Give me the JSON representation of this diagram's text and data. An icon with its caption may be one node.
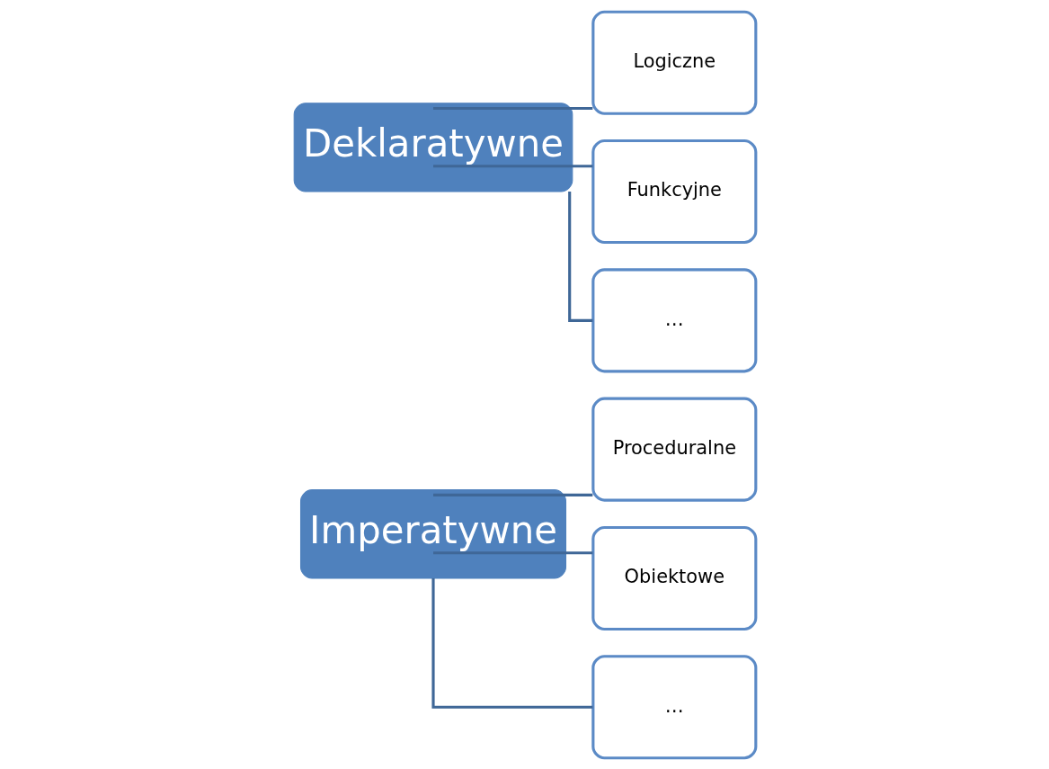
{
  "diagram": {
    "nodes": [
      {
        "text": [
          "Imperatywne"
        ]
      },
      {
        "text": [
          "Proceduralne"
        ]
      },
      {
        "text": [
          "Obiektowe"
        ]
      },
      {
        "text": [
          "…"
        ]
      },
      {
        "text": [
          "Deklaratywne"
        ]
      },
      {
        "text": [
          "Logiczne"
        ]
      },
      {
        "text": [
          "Funkcyjne"
        ]
      },
      {
        "text": [
          "…"
        ]
      }
    ],
    "edges": [
      {
        "from": 0,
        "to": 1,
        "arrow": "none"
      },
      {
        "from": 0,
        "to": 2,
        "arrow": "none"
      },
      {
        "from": 0,
        "to": 3,
        "arrow": "none"
      },
      {
        "from": 4,
        "to": 5,
        "arrow": "none"
      },
      {
        "from": 4,
        "to": 6,
        "arrow": "none"
      },
      {
        "from": 4,
        "to": 7,
        "arrow": "none"
      }
    ]
  }
}
